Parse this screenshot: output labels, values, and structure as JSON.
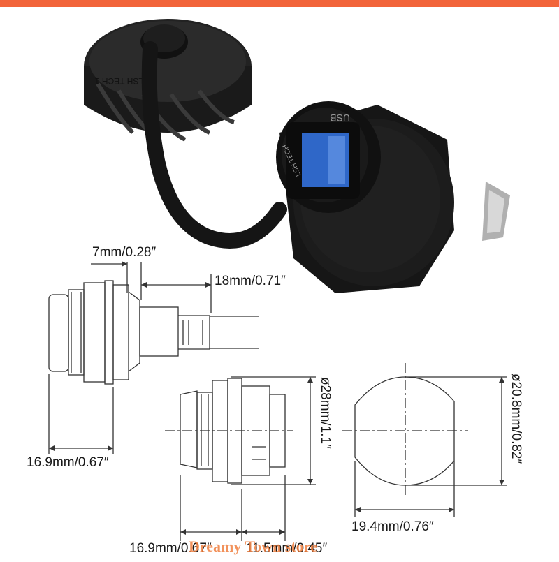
{
  "colors": {
    "top_bar": "#f2643a",
    "product_black": "#1b1b1b",
    "usb_blue": "#2f67c8",
    "line": "#333333",
    "watermark": "#f08040"
  },
  "product": {
    "cap_text": "LSH TECH 1",
    "port_label": "USB",
    "brand_label": "LSH TECH"
  },
  "dimensions": {
    "d_7mm": "7mm/0.28″",
    "d_18mm": "18mm/0.71″",
    "d_16_9_top": "16.9mm/0.67″",
    "d_28mm": "ø28mm/1.1″",
    "d_20_8mm": "ø20.8mm/0.82″",
    "d_19_4mm": "19.4mm/0.76″",
    "d_16_9_bottom": "16.9mm/0.67″",
    "d_11_5mm": "11.5mm/0.45″"
  },
  "watermark": "Dreamy Town store"
}
